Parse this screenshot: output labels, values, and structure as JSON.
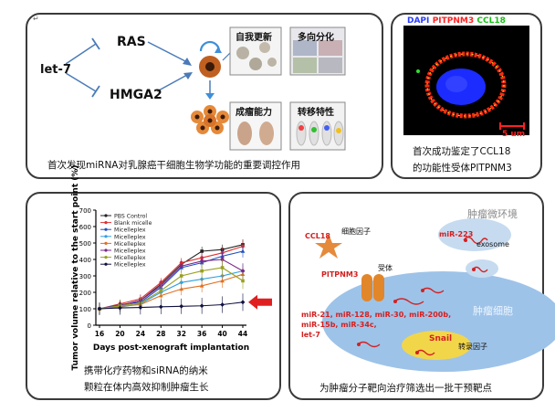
{
  "panel1": {
    "let7": "let-7",
    "ras": "RAS",
    "hmga2": "HMGA2",
    "label_self_renewal": "自我更新",
    "label_multi_diff": "多向分化",
    "label_tumorigenic": "成瘤能力",
    "label_metastasis": "转移特性",
    "caption": "首次发现miRNA对乳腺癌干细胞生物学功能的重要调控作用"
  },
  "panel2": {
    "title_dapi": "DAPI",
    "title_sep1": "/",
    "title_pitpnm3": "PITPNM3",
    "title_sep2": "/",
    "title_ccl18": "CCL18",
    "scale": "5 um",
    "caption_line1": "首次成功鉴定了CCL18",
    "caption_line2": "的功能性受体PITPNM3"
  },
  "panel3": {
    "caption_line1": "携带化疗药物和siRNA的纳米",
    "caption_line2": "颗粒在体内高效抑制肿瘤生长",
    "legend": [
      "PBS Control",
      "Blank micelle",
      "Micelleplex",
      "Micelleplex",
      "Micelleplex",
      "Micelleplex",
      "Micelleplex",
      "Micelleplex"
    ]
  },
  "panel4": {
    "microenv": "肿瘤微环境",
    "ccl18": "CCL18",
    "cytokine": "细胞因子",
    "mir223": "miR-223",
    "exosome": "exosome",
    "pitpnm3": "PITPNM3",
    "receptor": "受体",
    "tumor_cell": "肿瘤细胞",
    "mirs_line1": "miR-21, miR-128, miR-30, miR-200b,",
    "mirs_line2": "miR-15b, miR-34c,",
    "mirs_line3": "let-7",
    "snail": "Snail",
    "tf": "转录因子",
    "caption": "为肿瘤分子靶向治疗筛选出一批干预靶点"
  },
  "chart_data": {
    "type": "line",
    "xlabel": "Days post-xenograft implantation",
    "ylabel": "Tumor volume relative to the start point (%)",
    "x": [
      16,
      20,
      24,
      28,
      32,
      36,
      40,
      44
    ],
    "ylim": [
      0,
      700
    ],
    "yticks": [
      0,
      100,
      200,
      300,
      400,
      500,
      600,
      700
    ],
    "series": [
      {
        "name": "PBS Control",
        "color": "#222222",
        "marker": "square",
        "values": [
          100,
          120,
          150,
          250,
          370,
          450,
          460,
          490
        ]
      },
      {
        "name": "Blank micelle",
        "color": "#e03030",
        "marker": "circle",
        "values": [
          100,
          130,
          160,
          260,
          380,
          410,
          440,
          480
        ]
      },
      {
        "name": "Micelleplex",
        "color": "#2050c0",
        "marker": "triangle",
        "values": [
          100,
          125,
          140,
          230,
          350,
          380,
          420,
          450
        ]
      },
      {
        "name": "Micelleplex",
        "color": "#30a0e0",
        "marker": "diamond",
        "values": [
          100,
          110,
          130,
          200,
          260,
          280,
          300,
          330
        ]
      },
      {
        "name": "Micelleplex",
        "color": "#e07020",
        "marker": "triangle",
        "values": [
          100,
          115,
          125,
          180,
          220,
          240,
          270,
          310
        ]
      },
      {
        "name": "Micelleplex",
        "color": "#7a2a8a",
        "marker": "circle",
        "values": [
          100,
          120,
          150,
          240,
          360,
          390,
          400,
          330
        ]
      },
      {
        "name": "Micelleplex",
        "color": "#9aa020",
        "marker": "square",
        "values": [
          100,
          118,
          135,
          210,
          300,
          330,
          350,
          270
        ]
      },
      {
        "name": "Micelleplex",
        "color": "#101040",
        "marker": "diamond",
        "values": [
          100,
          105,
          108,
          112,
          115,
          118,
          125,
          140
        ]
      }
    ],
    "arrow_color": "#e02020"
  },
  "colors": {
    "dapi": "#2a3cff",
    "pitpnm3": "#ff2020",
    "ccl18": "#18c018",
    "cell_fill": "#9ec3e8",
    "ccl18_star": "#e58a3a",
    "receptor": "#e2862a",
    "snail": "#f2d64a",
    "red_text": "#d42020"
  }
}
